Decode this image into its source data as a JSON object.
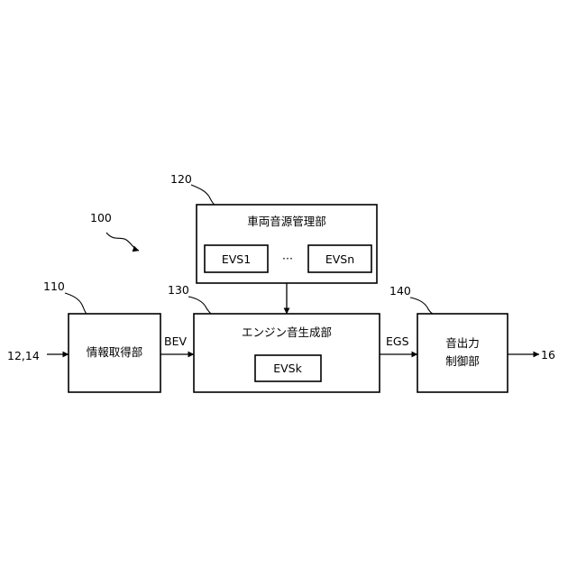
{
  "figure_label": "100",
  "blocks": {
    "info": {
      "ref": "110",
      "label": "情報取得部"
    },
    "manager": {
      "ref": "120",
      "label": "車両音源管理部",
      "items": [
        "EVS1",
        "EVSn"
      ],
      "ellipsis": "···"
    },
    "engine": {
      "ref": "130",
      "label": "エンジン音生成部",
      "item": "EVSk"
    },
    "output": {
      "ref": "140",
      "label_lines": [
        "音出力",
        "制御部"
      ]
    }
  },
  "signals": {
    "input": "12,14",
    "bev": "BEV",
    "egs": "EGS",
    "output": "16"
  },
  "colors": {
    "stroke": "#000000",
    "background": "#ffffff"
  }
}
